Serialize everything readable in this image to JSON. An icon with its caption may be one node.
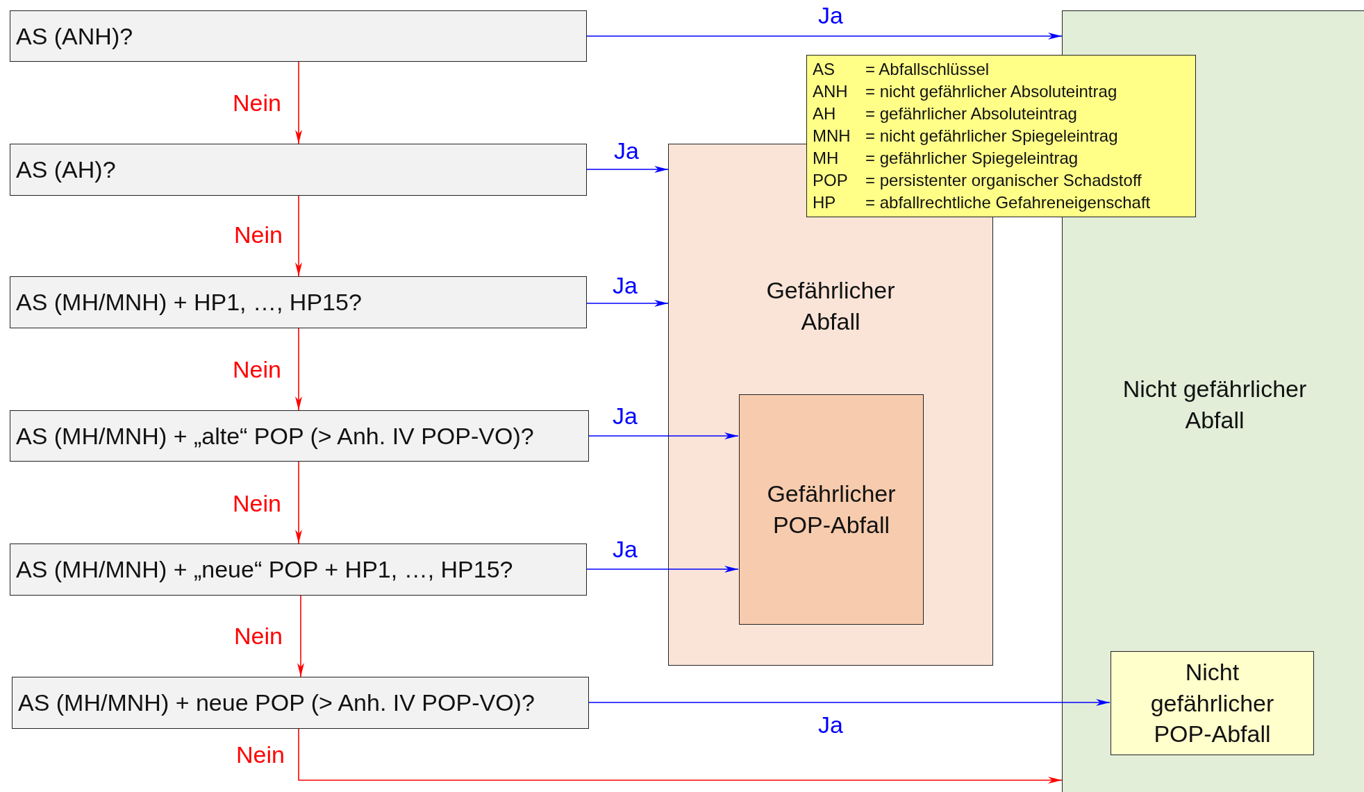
{
  "diagram": {
    "nodes": [
      {
        "text": [
          "AS (ANH)?"
        ]
      },
      {
        "text": [
          "AS (AH)?"
        ]
      },
      {
        "text": [
          "AS (MH/MNH) + HP1, …, HP15?"
        ]
      },
      {
        "text": [
          "AS (MH/MNH) + „alte“ POP (> Anh. IV POP-VO)?"
        ]
      },
      {
        "text": [
          "AS (MH/MNH) + „neue“ POP + HP1, …, HP15?"
        ]
      },
      {
        "text": [
          "AS (MH/MNH) + neue POP (> Anh. IV POP-VO)?"
        ]
      },
      {
        "text": [
          "Gefährlicher Abfall"
        ]
      },
      {
        "text": [
          "Gefährlicher POP-Abfall"
        ],
        "in": 6
      },
      {
        "text": [
          "Nicht gefährlicher Abfall"
        ]
      },
      {
        "text": [
          "Nicht gefährlicher POP-Abfall"
        ],
        "in": 8
      },
      {
        "text": [
          "AS",
          "= Abfallschlüssel",
          "ANH",
          "= nicht gefährlicher Absoluteintrag",
          "AH",
          "= gefährlicher Absoluteintrag",
          "MNH",
          "= nicht gefährlicher Spiegeleintrag",
          "MH",
          "= gefährlicher Spiegeleintrag",
          "POP",
          "= persistenter organischer Schadstoff",
          "HP",
          "= abfallrechtliche Gefahreneigenschaft"
        ]
      }
    ],
    "edges": [
      {
        "from": 0,
        "to": 8,
        "arrow": "to",
        "label": "Ja"
      },
      {
        "from": 0,
        "to": 1,
        "arrow": "to",
        "label": "Nein",
        "color": "#ff0000"
      },
      {
        "from": 1,
        "to": 6,
        "arrow": "to",
        "label": "Ja"
      },
      {
        "from": 1,
        "to": 2,
        "arrow": "to",
        "label": "Nein",
        "color": "#ff0000"
      },
      {
        "from": 2,
        "to": 6,
        "arrow": "to",
        "label": "Ja"
      },
      {
        "from": 2,
        "to": 3,
        "arrow": "to",
        "label": "Nein",
        "color": "#ff0000"
      },
      {
        "from": 3,
        "to": 7,
        "arrow": "to",
        "label": "Ja"
      },
      {
        "from": 3,
        "to": 4,
        "arrow": "to",
        "label": "Nein",
        "color": "#ff0000"
      },
      {
        "from": 4,
        "to": 7,
        "arrow": "to",
        "label": "Ja"
      },
      {
        "from": 4,
        "to": 5,
        "arrow": "to",
        "label": "Nein",
        "color": "#ff0000"
      },
      {
        "from": 5,
        "to": 9,
        "arrow": "to",
        "label": "Ja"
      },
      {
        "from": 5,
        "to": 8,
        "arrow": "to",
        "label": "Nein",
        "color": "#ff0000"
      }
    ]
  }
}
